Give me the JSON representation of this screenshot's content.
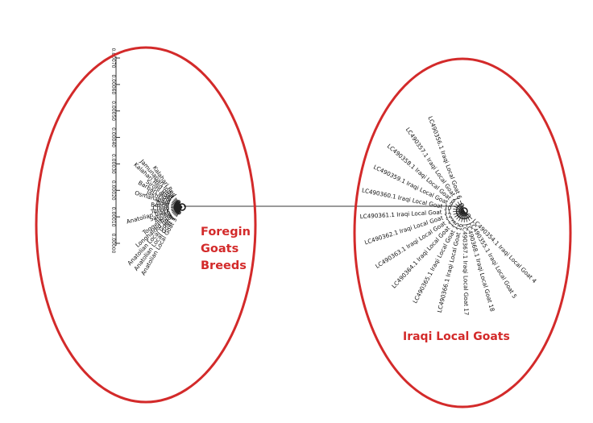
{
  "groups": {
    "foreign": {
      "label_lines": [
        "Foregin",
        "Goats",
        "Breeds"
      ],
      "color": "#d32a2a"
    },
    "iraqi": {
      "label": "Iraqi Local Goats",
      "color": "#d32a2a"
    }
  },
  "scale_ticks": [
    "0.00070",
    "0.00060",
    "0.00050",
    "0.00040",
    "0.00030",
    "0.00020",
    "0.00010",
    "0.00000"
  ],
  "foreign_leaves": [
    "Kalahari Red",
    "Jamunapari India",
    "Kalahari Red goat",
    "Sirohi goat",
    "Barbari India",
    "Jakhrana",
    "Osmanabadi",
    "Boer",
    "Beetal",
    "China",
    "Turkey",
    "Anatolian black",
    "Sannen",
    "Alpine",
    "Toggenburg",
    "Longhaired goat",
    "Anatolian Local Goat 2",
    "Anatolian Local Goat 1",
    "Anatolian Local Goat 3"
  ],
  "iraqi_leaves": [
    "LC490356.1 Iraqi Local Goat 6",
    "LC490357.1 Iraqi Local Goat 7",
    "LC490358.1 Iraqi Local Goat 8",
    "LC490359.1 Iraqi Local Goat 9",
    "LC490360.1 Iraqi Local Goat 10",
    "LC490361.1 Iraqi Local Goat 11",
    "LC490362.1 Iraqi Local Goat 12",
    "LC490363.1 Iraqi Local Goat 13",
    "LC490364.1 Iraqi Local Goat 14",
    "LC490365.1 Iraqi Local Goat 15",
    "LC490366.1 Iraqi Local Goat 16",
    "LC490367.1 Iraqi Local Goat 17",
    "LC490368.1 Iraqi Local Goat 18",
    "LC490355.1 Iraqi Local Goat 5",
    "LC490354.1 Iraqi Local Goat 4"
  ]
}
